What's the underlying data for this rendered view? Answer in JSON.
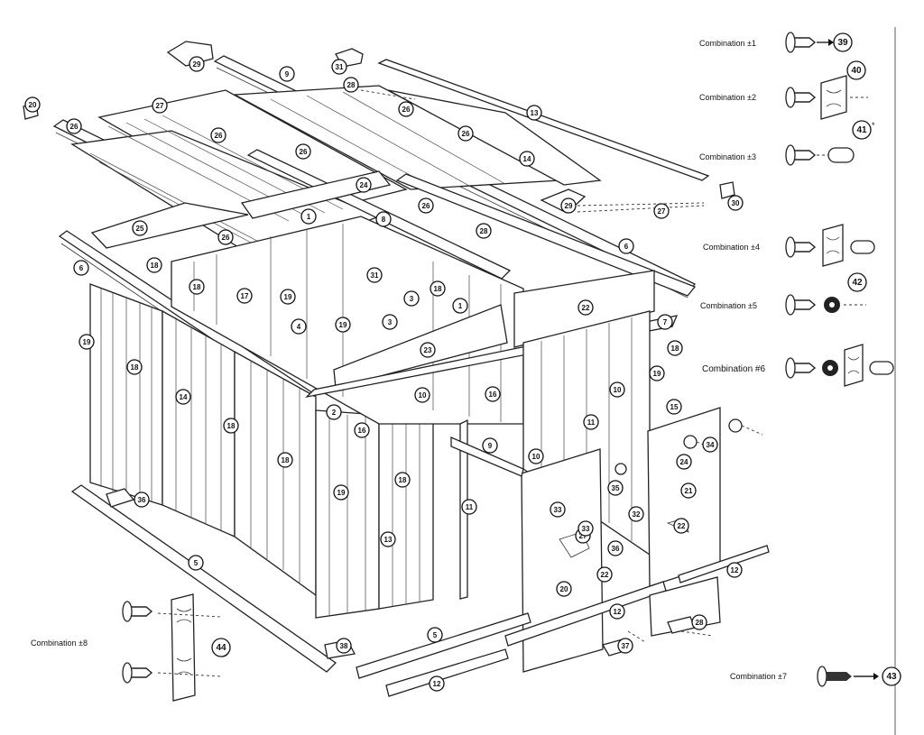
{
  "combinations": [
    {
      "label": "Combination ±1",
      "part": "39"
    },
    {
      "label": "Combination ±2",
      "part": "40"
    },
    {
      "label": "Combination ±3",
      "part": "41"
    },
    {
      "label": "Combination ±4",
      "part": ""
    },
    {
      "label": "Combination ±5",
      "part": "42"
    },
    {
      "label": "Combination #6",
      "part": ""
    },
    {
      "label": "Combination ±7",
      "part": "43"
    },
    {
      "label": "Combination ±8",
      "part": "44"
    }
  ],
  "asterisk": "*",
  "callouts": [
    "29",
    "31",
    "9",
    "28",
    "13",
    "20",
    "27",
    "26",
    "26",
    "26",
    "26",
    "14",
    "26",
    "24",
    "1",
    "8",
    "26",
    "28",
    "29",
    "27",
    "30",
    "25",
    "26",
    "6",
    "6",
    "18",
    "18",
    "17",
    "19",
    "31",
    "3",
    "18",
    "19",
    "1",
    "22",
    "7",
    "18",
    "19",
    "18",
    "14",
    "18",
    "18",
    "4",
    "2",
    "10",
    "23",
    "19",
    "3",
    "18",
    "16",
    "10",
    "11",
    "9",
    "10",
    "15",
    "34",
    "24",
    "21",
    "36",
    "19",
    "16",
    "11",
    "35",
    "33",
    "32",
    "22",
    "27",
    "22",
    "13",
    "36",
    "5",
    "33",
    "20",
    "12",
    "12",
    "28",
    "5",
    "37",
    "12",
    "44",
    "38"
  ]
}
